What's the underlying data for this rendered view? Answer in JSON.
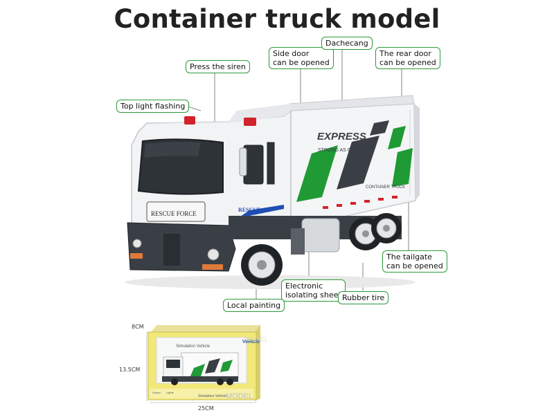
{
  "title": "Container truck model",
  "callouts": {
    "siren": "Press the siren",
    "top_light": "Top light flashing",
    "side_door_1": "Side door",
    "side_door_2": "can be opened",
    "brand": "Dachecang",
    "rear_door_1": "The rear door",
    "rear_door_2": "can be opened",
    "tailgate_1": "The tailgate",
    "tailgate_2": "can be opened",
    "sheet_1": "Electronic",
    "sheet_2": "isolating sheet",
    "tire": "Rubber tire",
    "painting": "Local painting"
  },
  "truck": {
    "express": "EXPRESS",
    "strong": "STRONG AS OXEN",
    "container": "CONTAINER TRUCK",
    "rescue": "RESCUE FORCE",
    "rescue_side": "RESCUE"
  },
  "package": {
    "brand": "VeHicle",
    "window_label": "Simulation Vehicle",
    "bottom_label": "Simulation Vehicle",
    "model": "MODEL",
    "model_side": "MODEL",
    "sound": "Sound",
    "lights": "Lights",
    "dim_depth": "8CM",
    "dim_height": "13.5CM",
    "dim_width": "25CM"
  },
  "colors": {
    "accent_green": "#2a9a3a",
    "express_green": "#1f9a35",
    "dark_grey": "#3a3f45"
  }
}
